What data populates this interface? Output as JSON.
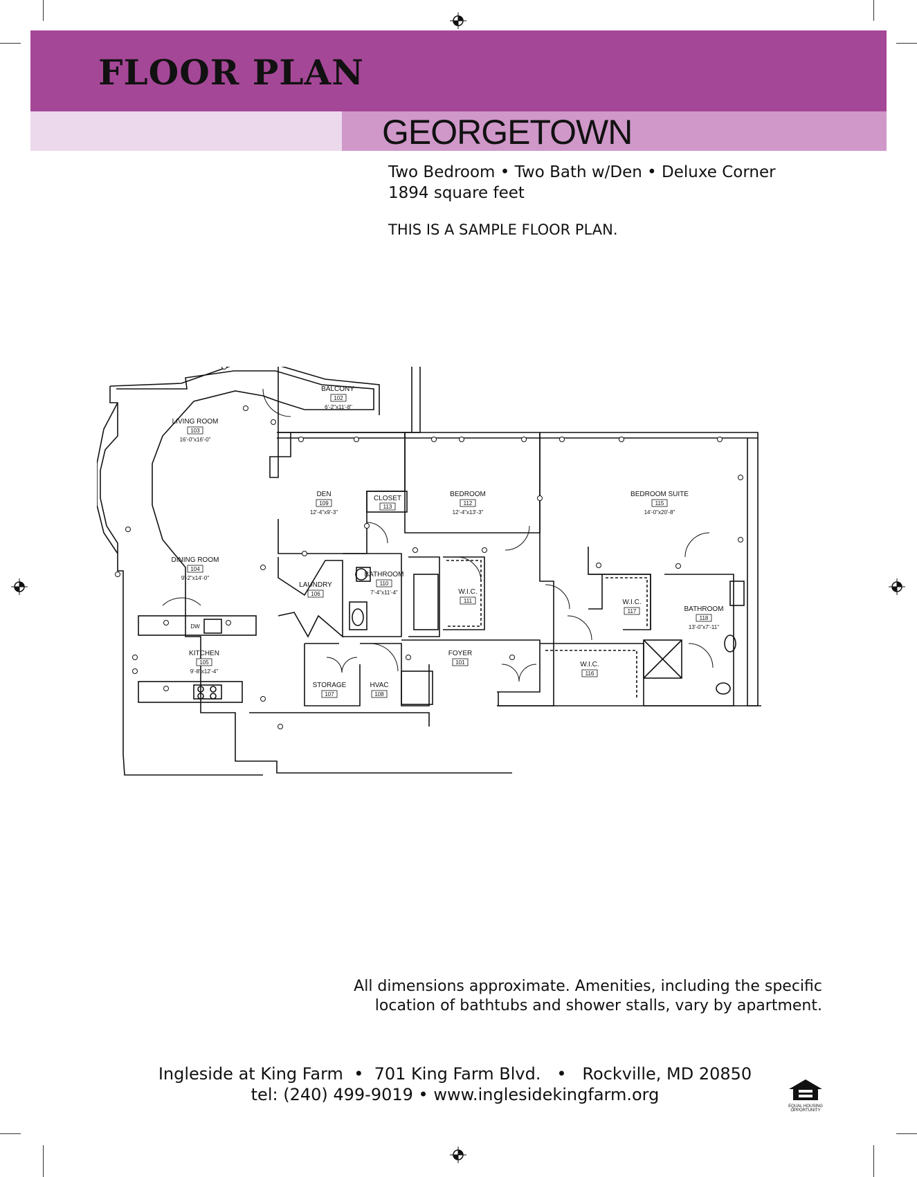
{
  "header": {
    "title": "FLOOR PLAN",
    "plan_name": "GEORGETOWN"
  },
  "summary": {
    "line1": "Two Bedroom • Two Bath w/Den • Deluxe Corner",
    "line2": "1894 square feet",
    "line3": "THIS IS A SAMPLE FLOOR PLAN."
  },
  "rooms": {
    "balcony": {
      "name": "BALCONY",
      "number": "102",
      "dims": "6'-2\"x11'-8\""
    },
    "living": {
      "name": "LIVING ROOM",
      "number": "103",
      "dims": "16'-0\"x16'-0\""
    },
    "dining": {
      "name": "DINING ROOM",
      "number": "104",
      "dims": "9'-2\"x14'-0\""
    },
    "kitchen": {
      "name": "KITCHEN",
      "number": "105",
      "dims": "9'-8\"x12'-4\""
    },
    "laundry": {
      "name": "LAUNDRY",
      "number": "106"
    },
    "storage": {
      "name": "STORAGE",
      "number": "107"
    },
    "hvac": {
      "name": "HVAC",
      "number": "108"
    },
    "den": {
      "name": "DEN",
      "number": "109",
      "dims": "12'-4\"x9'-3\""
    },
    "bath1": {
      "name": "BATHROOM",
      "number": "110",
      "dims": "7'-4\"x11'-4\""
    },
    "wic111": {
      "name": "W.I.C.",
      "number": "111"
    },
    "bedroom": {
      "name": "BEDROOM",
      "number": "112",
      "dims": "12'-4\"x13'-3\""
    },
    "closet": {
      "name": "CLOSET",
      "number": "113"
    },
    "foyer": {
      "name": "FOYER",
      "number": "101"
    },
    "suite": {
      "name": "BEDROOM SUITE",
      "number": "115",
      "dims": "14'-0\"x20'-8\""
    },
    "wic116": {
      "name": "W.I.C.",
      "number": "116"
    },
    "wic117": {
      "name": "W.I.C.",
      "number": "117"
    },
    "bath2": {
      "name": "BATHROOM",
      "number": "118",
      "dims": "13'-0\"x7'-11\""
    },
    "dw": "DW"
  },
  "disclaimer": {
    "line1": "All dimensions approximate. Amenities, including the specific",
    "line2": "location of bathtubs and shower stalls, vary by apartment."
  },
  "footer": {
    "line1": "Ingleside at King Farm  •  701 King Farm Blvd.   •   Rockville, MD 20850",
    "line2": "tel: (240) 499-9019  •  www.inglesidekingfarm.org"
  },
  "logo": {
    "icon": "equal-housing-house-icon",
    "text1": "EQUAL HOUSING",
    "text2": "OPPORTUNITY"
  },
  "colors": {
    "band_dark": "#a54797",
    "band_light": "#ecd9ec",
    "band_mid": "#cf98c9"
  }
}
